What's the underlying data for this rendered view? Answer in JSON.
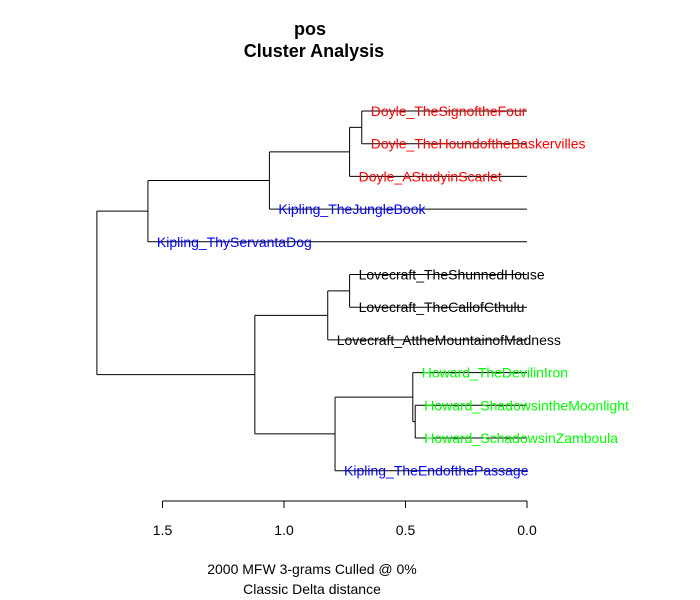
{
  "chart_data": {
    "type": "dendrogram",
    "title": "pos",
    "subtitle": "Cluster Analysis",
    "xlabel_line1": "2000 MFW 3-grams Culled @ 0%",
    "xlabel_line2": "Classic Delta distance",
    "x_reversed": true,
    "xlim": [
      0.0,
      1.5
    ],
    "x_ticks": [
      1.5,
      1.0,
      0.5,
      0.0
    ],
    "x_tick_labels": [
      "1.5",
      "1.0",
      "0.5",
      "0.0"
    ],
    "colors": {
      "Doyle": "#ff0000",
      "Kipling": "#0000ff",
      "Lovecraft": "#000000",
      "Howard": "#00ff00",
      "branches": "#000000"
    },
    "leaves": [
      {
        "label": "Doyle_TheSignoftheFour",
        "group": "Doyle"
      },
      {
        "label": "Doyle_TheHoundoftheBaskervilles",
        "group": "Doyle"
      },
      {
        "label": "Doyle_AStudyinScarlet",
        "group": "Doyle"
      },
      {
        "label": "Kipling_TheJungleBook",
        "group": "Kipling"
      },
      {
        "label": "Kipling_ThyServantaDog",
        "group": "Kipling"
      },
      {
        "label": "Lovecraft_TheShunnedHouse",
        "group": "Lovecraft"
      },
      {
        "label": "Lovecraft_TheCallofCthulu",
        "group": "Lovecraft"
      },
      {
        "label": "Lovecraft_AttheMountainofMadness",
        "group": "Lovecraft"
      },
      {
        "label": "Howard_TheDevilinIron",
        "group": "Howard"
      },
      {
        "label": "Howard_ShadowsintheMoonlight",
        "group": "Howard"
      },
      {
        "label": "Howard_SchadowsinZamboula",
        "group": "Howard"
      },
      {
        "label": "Kipling_TheEndofthePassage",
        "group": "Kipling"
      }
    ],
    "merges": [
      {
        "a": "L0",
        "b": "L1",
        "height": 0.68
      },
      {
        "a": "N0",
        "b": "L2",
        "height": 0.73
      },
      {
        "a": "N1",
        "b": "L3",
        "height": 1.06
      },
      {
        "a": "N2",
        "b": "L4",
        "height": 1.56
      },
      {
        "a": "L5",
        "b": "L6",
        "height": 0.73
      },
      {
        "a": "N4",
        "b": "L7",
        "height": 0.82
      },
      {
        "a": "L9",
        "b": "L10",
        "height": 0.46
      },
      {
        "a": "L8",
        "b": "N6",
        "height": 0.47
      },
      {
        "a": "N7",
        "b": "L11",
        "height": 0.79
      },
      {
        "a": "N5",
        "b": "N8",
        "height": 1.12
      },
      {
        "a": "N3",
        "b": "N9",
        "height": 1.77
      }
    ]
  }
}
